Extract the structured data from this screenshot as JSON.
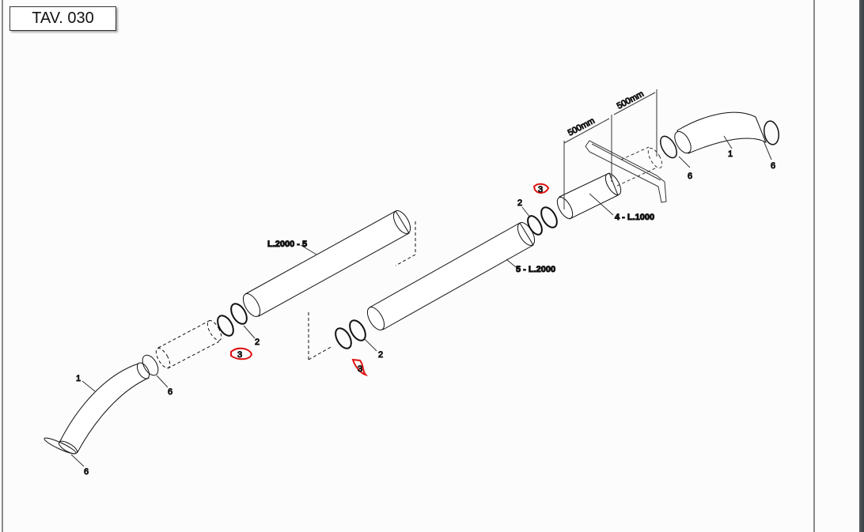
{
  "title": "TAV. 030",
  "colors": {
    "annotation": "#e01010",
    "line": "#111111"
  },
  "labels": {
    "pipe_left_long": "L.2000 - 5",
    "pipe_right_long": "5 - L.2000",
    "pipe_short": "4 - L.1000",
    "dim_1": "500mm",
    "dim_2": "500mm",
    "part1": "1",
    "part2": "2",
    "part3": "3",
    "part6": "6"
  }
}
